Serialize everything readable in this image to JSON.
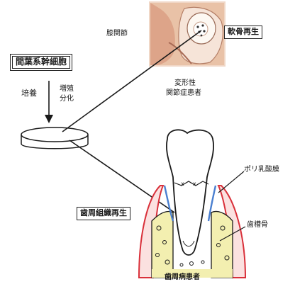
{
  "labels": {
    "knee_joint": "膝関節",
    "cartilage_regeneration": "軟骨再生",
    "mesenchymal_stem_cell": "間葉系幹細胞",
    "culture": "培養",
    "proliferation": "増殖",
    "differentiation": "分化",
    "oa_patient_line1": "変形性",
    "oa_patient_line2": "関節症患者",
    "polylactic_membrane": "ポリ乳酸膜",
    "periodontal_regeneration": "歯周組織再生",
    "alveolar_bone": "歯槽骨",
    "periodontal_patient": "歯周病患者"
  },
  "colors": {
    "line": "#1a1a1a",
    "gum_red": "#d9303a",
    "membrane_blue": "#4a7fd0",
    "bone_fill": "#f3efb0",
    "knee_skin": "#e7b99a",
    "label_box_border": "#222222"
  }
}
